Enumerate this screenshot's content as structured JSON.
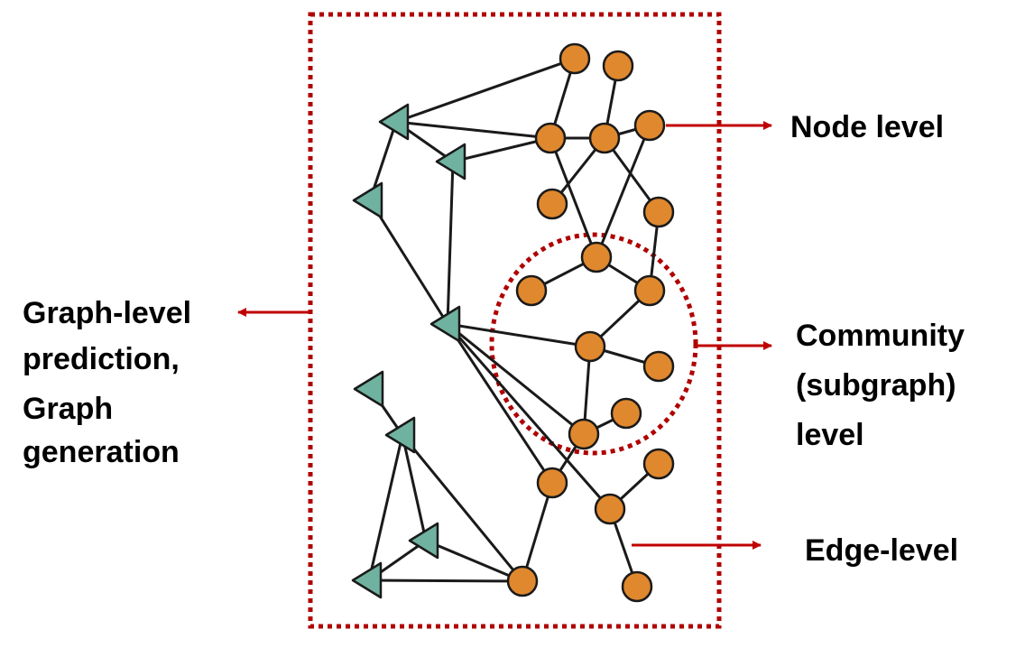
{
  "colors": {
    "frame": "#B00000",
    "arrow": "#C00000",
    "edge": "#1a1a1a",
    "node_fill": "#E0882E",
    "node_stroke": "#1a1a1a",
    "triangle_fill": "#6FB2A0",
    "triangle_stroke": "#1a1a1a"
  },
  "labels": {
    "node_level": "Node level",
    "community_line1": "Community",
    "community_line2": "(subgraph)",
    "community_line3": "level",
    "edge_level": "Edge-level",
    "graph_line1": "Graph-level",
    "graph_line2": "prediction,",
    "graph_line3": "Graph",
    "graph_line4": "generation"
  },
  "graph": {
    "node_count": 20,
    "triangle_count": 8,
    "edge_count": 37
  }
}
